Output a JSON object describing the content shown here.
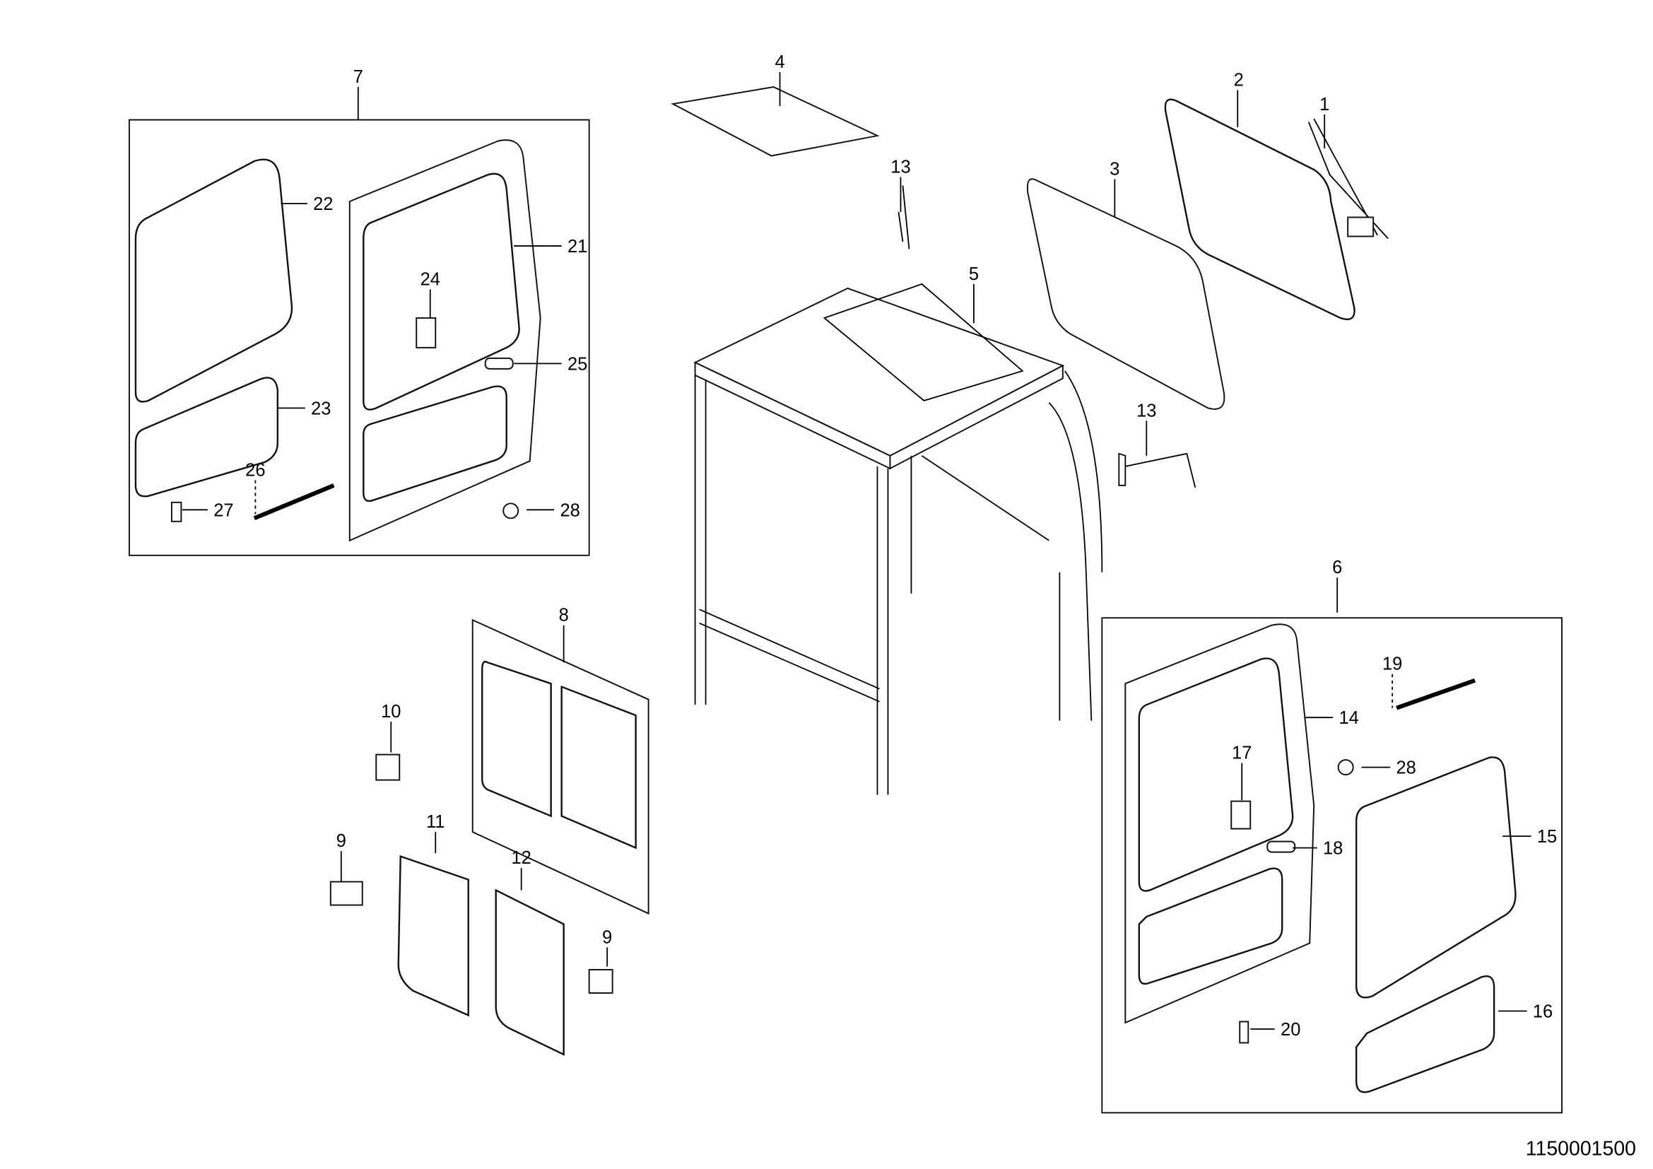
{
  "drawing_number": "1150001500",
  "callouts": [
    "7",
    "22",
    "21",
    "24",
    "25",
    "23",
    "26",
    "27",
    "28",
    "4",
    "13",
    "5",
    "3",
    "2",
    "1",
    "13",
    "6",
    "19",
    "14",
    "28",
    "17",
    "15",
    "18",
    "16",
    "20",
    "8",
    "10",
    "11",
    "12",
    "9",
    "9"
  ]
}
